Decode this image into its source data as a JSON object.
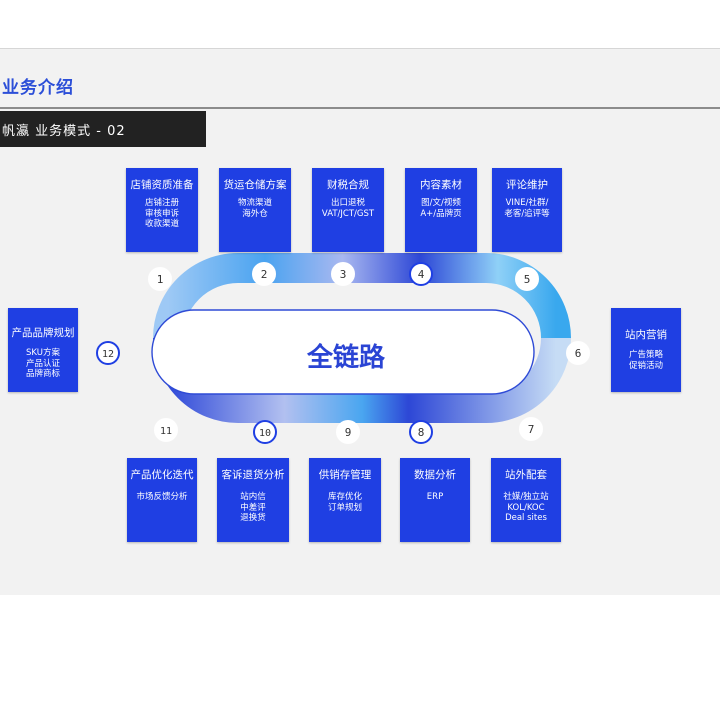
{
  "header": {
    "title": "业务介绍",
    "banner": "帆瀛  业务模式 - 02"
  },
  "center_label": "全链路",
  "colors": {
    "accent": "#1f3fe3",
    "title": "#2c4fd8",
    "banner_bg": "#222222",
    "slide_bg": "#f2f2f2"
  },
  "steps": [
    "1",
    "2",
    "3",
    "4",
    "5",
    "6",
    "7",
    "8",
    "9",
    "10",
    "11",
    "12"
  ],
  "cards": {
    "store": {
      "title": "店铺资质准备",
      "lines": [
        "店铺注册",
        "审核申诉",
        "收款渠道"
      ]
    },
    "logistics": {
      "title": "货运仓储方案",
      "lines": [
        "物流渠道",
        "海外仓"
      ]
    },
    "tax": {
      "title": "财税合规",
      "lines": [
        "出口退税",
        "VAT/JCT/GST"
      ]
    },
    "content": {
      "title": "内容素材",
      "lines": [
        "图/文/视频",
        "A+/品牌页"
      ]
    },
    "reviews": {
      "title": "评论维护",
      "lines": [
        "VINE/社群/",
        "老客/追评等"
      ]
    },
    "onsite": {
      "title": "站内营销",
      "lines": [
        "广告策略",
        "促销活动"
      ]
    },
    "offsite": {
      "title": "站外配套",
      "lines": [
        "社媒/独立站",
        "KOL/KOC",
        "Deal sites"
      ]
    },
    "data": {
      "title": "数据分析",
      "lines": [
        "ERP"
      ]
    },
    "supply": {
      "title": "供销存管理",
      "lines": [
        "库存优化",
        "订单规划"
      ]
    },
    "complaints": {
      "title": "客诉退货分析",
      "lines": [
        "站内信",
        "中差评",
        "退换货"
      ]
    },
    "optimize": {
      "title": "产品优化迭代",
      "lines": [
        "市场反馈分析"
      ]
    },
    "brand": {
      "title": "产品品牌规划",
      "lines": [
        "SKU方案",
        "产品认证",
        "品牌商标"
      ]
    }
  }
}
